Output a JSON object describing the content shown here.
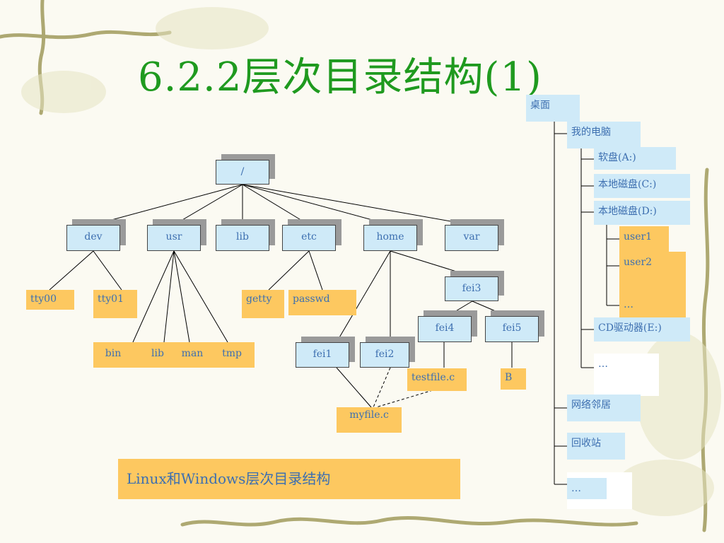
{
  "slide": {
    "title": "6.2.2层次目录结构(1)",
    "caption": "Linux和Windows层次目录结构"
  },
  "colors": {
    "title": "#1f9a1f",
    "node_blue": "#cfeaf8",
    "node_orange": "#fdc860",
    "text": "#3d6fb0"
  },
  "linux_tree": {
    "root": "/",
    "dev": "dev",
    "usr": "usr",
    "lib": "lib",
    "etc": "etc",
    "home": "home",
    "var": "var",
    "tty00": "tty00",
    "tty01": "tty01",
    "bin": "bin",
    "lib2": "lib",
    "man": "man",
    "tmp": "tmp",
    "getty": "getty",
    "passwd": "passwd",
    "fei1": "fei1",
    "fei2": "fei2",
    "fei3": "fei3",
    "fei4": "fei4",
    "fei5": "fei5",
    "testfile": "testfile.c",
    "b": "B",
    "myfile": "myfile.c"
  },
  "windows_tree": {
    "desktop": "桌面",
    "my_computer": "我的电脑",
    "floppy": "软盘(A:)",
    "disk_c": "本地磁盘(C:)",
    "disk_d": "本地磁盘(D:)",
    "user1": "user1",
    "user2": "user2",
    "d_more": "…",
    "cd": "CD驱动器(E:)",
    "mc_more": "…",
    "network": "网络邻居",
    "recycle": "回收站",
    "more": "…"
  }
}
